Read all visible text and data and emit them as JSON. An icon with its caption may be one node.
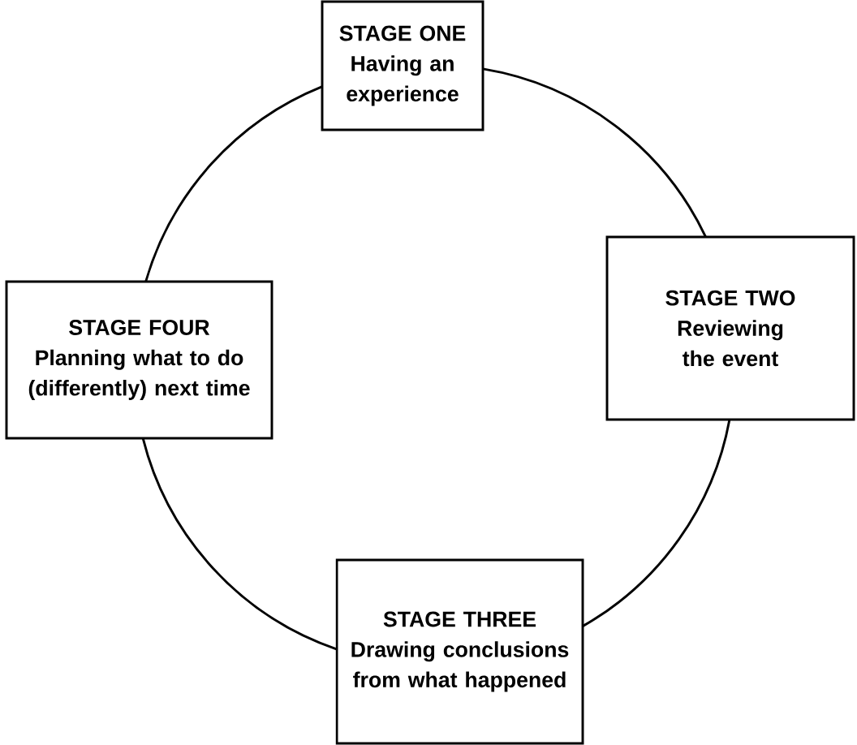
{
  "diagram": {
    "nodes": [
      {
        "text": [
          "STAGE ONE",
          "Having an experience"
        ]
      },
      {
        "text": [
          "STAGE TWO",
          "Reviewing the event"
        ]
      },
      {
        "text": [
          "STAGE THREE",
          "Drawing conclusions from what happened"
        ]
      },
      {
        "text": [
          "STAGE FOUR",
          "Planning what to do (differently) next time"
        ]
      }
    ],
    "edges": [
      {
        "from": 0,
        "to": 1,
        "arrow": "none"
      },
      {
        "from": 1,
        "to": 2,
        "arrow": "none"
      },
      {
        "from": 2,
        "to": 3,
        "arrow": "none"
      },
      {
        "from": 3,
        "to": 0,
        "arrow": "none"
      }
    ]
  }
}
